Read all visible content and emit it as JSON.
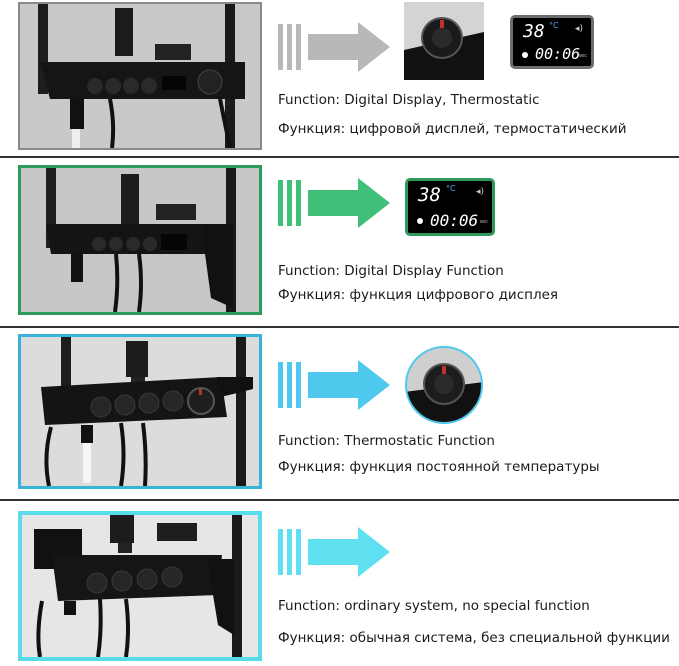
{
  "rows": [
    {
      "id": "digital-thermostatic",
      "accent": "#b8b8b8",
      "frame_color": "#8a8a8a",
      "function_en": "Function: Digital Display, Thermostatic",
      "function_ru": "Функция: цифровой дисплей, термостатический",
      "icons": [
        "thermostatic-knob-closeup",
        "digital-display-closeup"
      ]
    },
    {
      "id": "digital-display",
      "accent": "#3fbf78",
      "frame_color": "#2e9a5a",
      "function_en": "Function: Digital Display Function",
      "function_ru": "Функция: функция цифрового дисплея",
      "icons": [
        "digital-display-closeup"
      ]
    },
    {
      "id": "thermostatic",
      "accent": "#4fc8ee",
      "frame_color": "#3ab2d8",
      "function_en": "Function: Thermostatic Function",
      "function_ru": "Функция: функция постоянной температуры",
      "icons": [
        "thermostatic-knob-closeup"
      ]
    },
    {
      "id": "ordinary",
      "accent": "#5fe0f0",
      "frame_color": "#58dce8",
      "function_en": "Function: ordinary system, no special function",
      "function_ru": "Функция: обычная система, без специальной функции",
      "icons": []
    }
  ],
  "display": {
    "temperature": "38",
    "unit": "°C",
    "time": "00:06",
    "time_unit": "sec"
  }
}
